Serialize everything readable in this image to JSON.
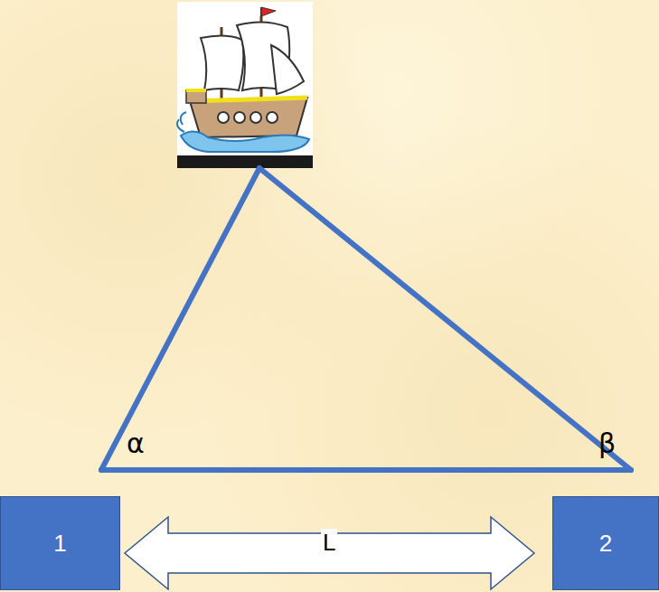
{
  "diagram": {
    "nodes": [
      {
        "text": [
          "1"
        ]
      },
      {
        "text": [
          "2"
        ]
      }
    ],
    "edges": [
      {
        "from": 0,
        "to": 1,
        "label": "L",
        "arrow": "both"
      }
    ],
    "labels": [
      "α",
      "β"
    ]
  }
}
